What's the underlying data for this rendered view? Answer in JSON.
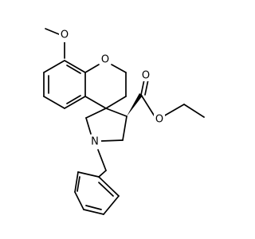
{
  "molecule": {
    "atom_labels": {
      "methoxy_oxygen": "O",
      "ring_oxygen": "O",
      "carbonyl_oxygen": "O",
      "ester_oxygen": "O",
      "amine_nitrogen": "N"
    },
    "stereo": {
      "wedge_bond": "C3-ester"
    },
    "colors": {
      "ink": "#000000",
      "background": "#ffffff"
    }
  }
}
